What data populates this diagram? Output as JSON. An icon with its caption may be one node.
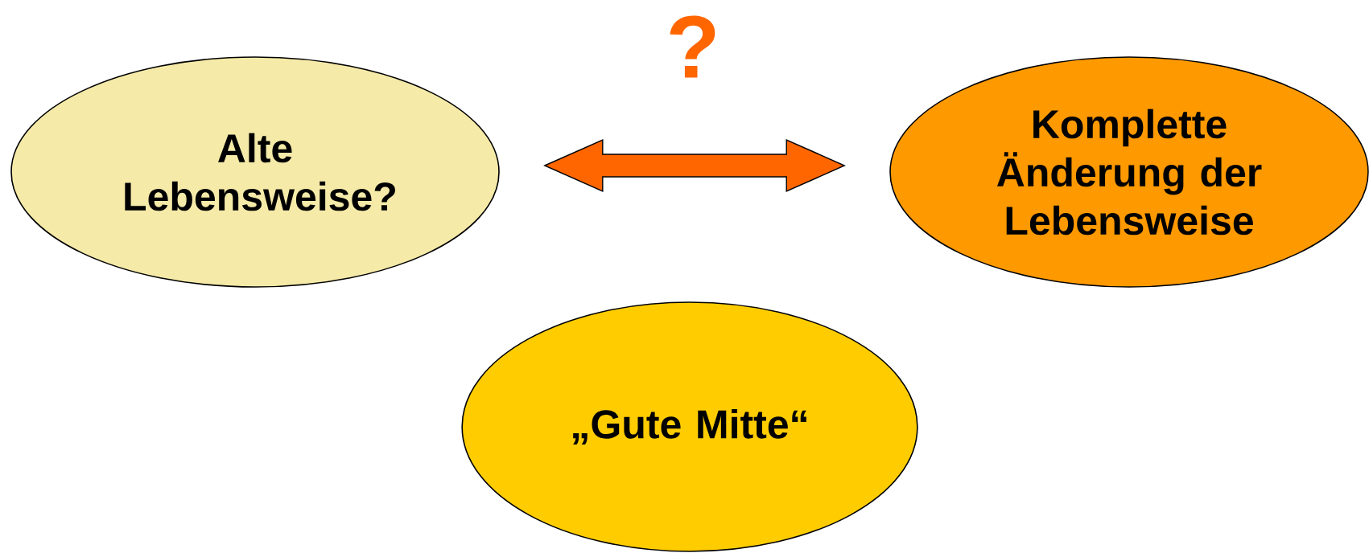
{
  "diagram": {
    "nodes": [
      {
        "text": [
          "Alte Lebensweise?"
        ]
      },
      {
        "text": [
          "Komplette Änderung der Lebensweise"
        ]
      },
      {
        "text": [
          "„Gute Mitte“"
        ]
      }
    ],
    "edges": [
      {
        "from": 0,
        "to": 1,
        "arrow": "both",
        "color": "#ff6600"
      }
    ],
    "labels": [
      "?"
    ]
  }
}
